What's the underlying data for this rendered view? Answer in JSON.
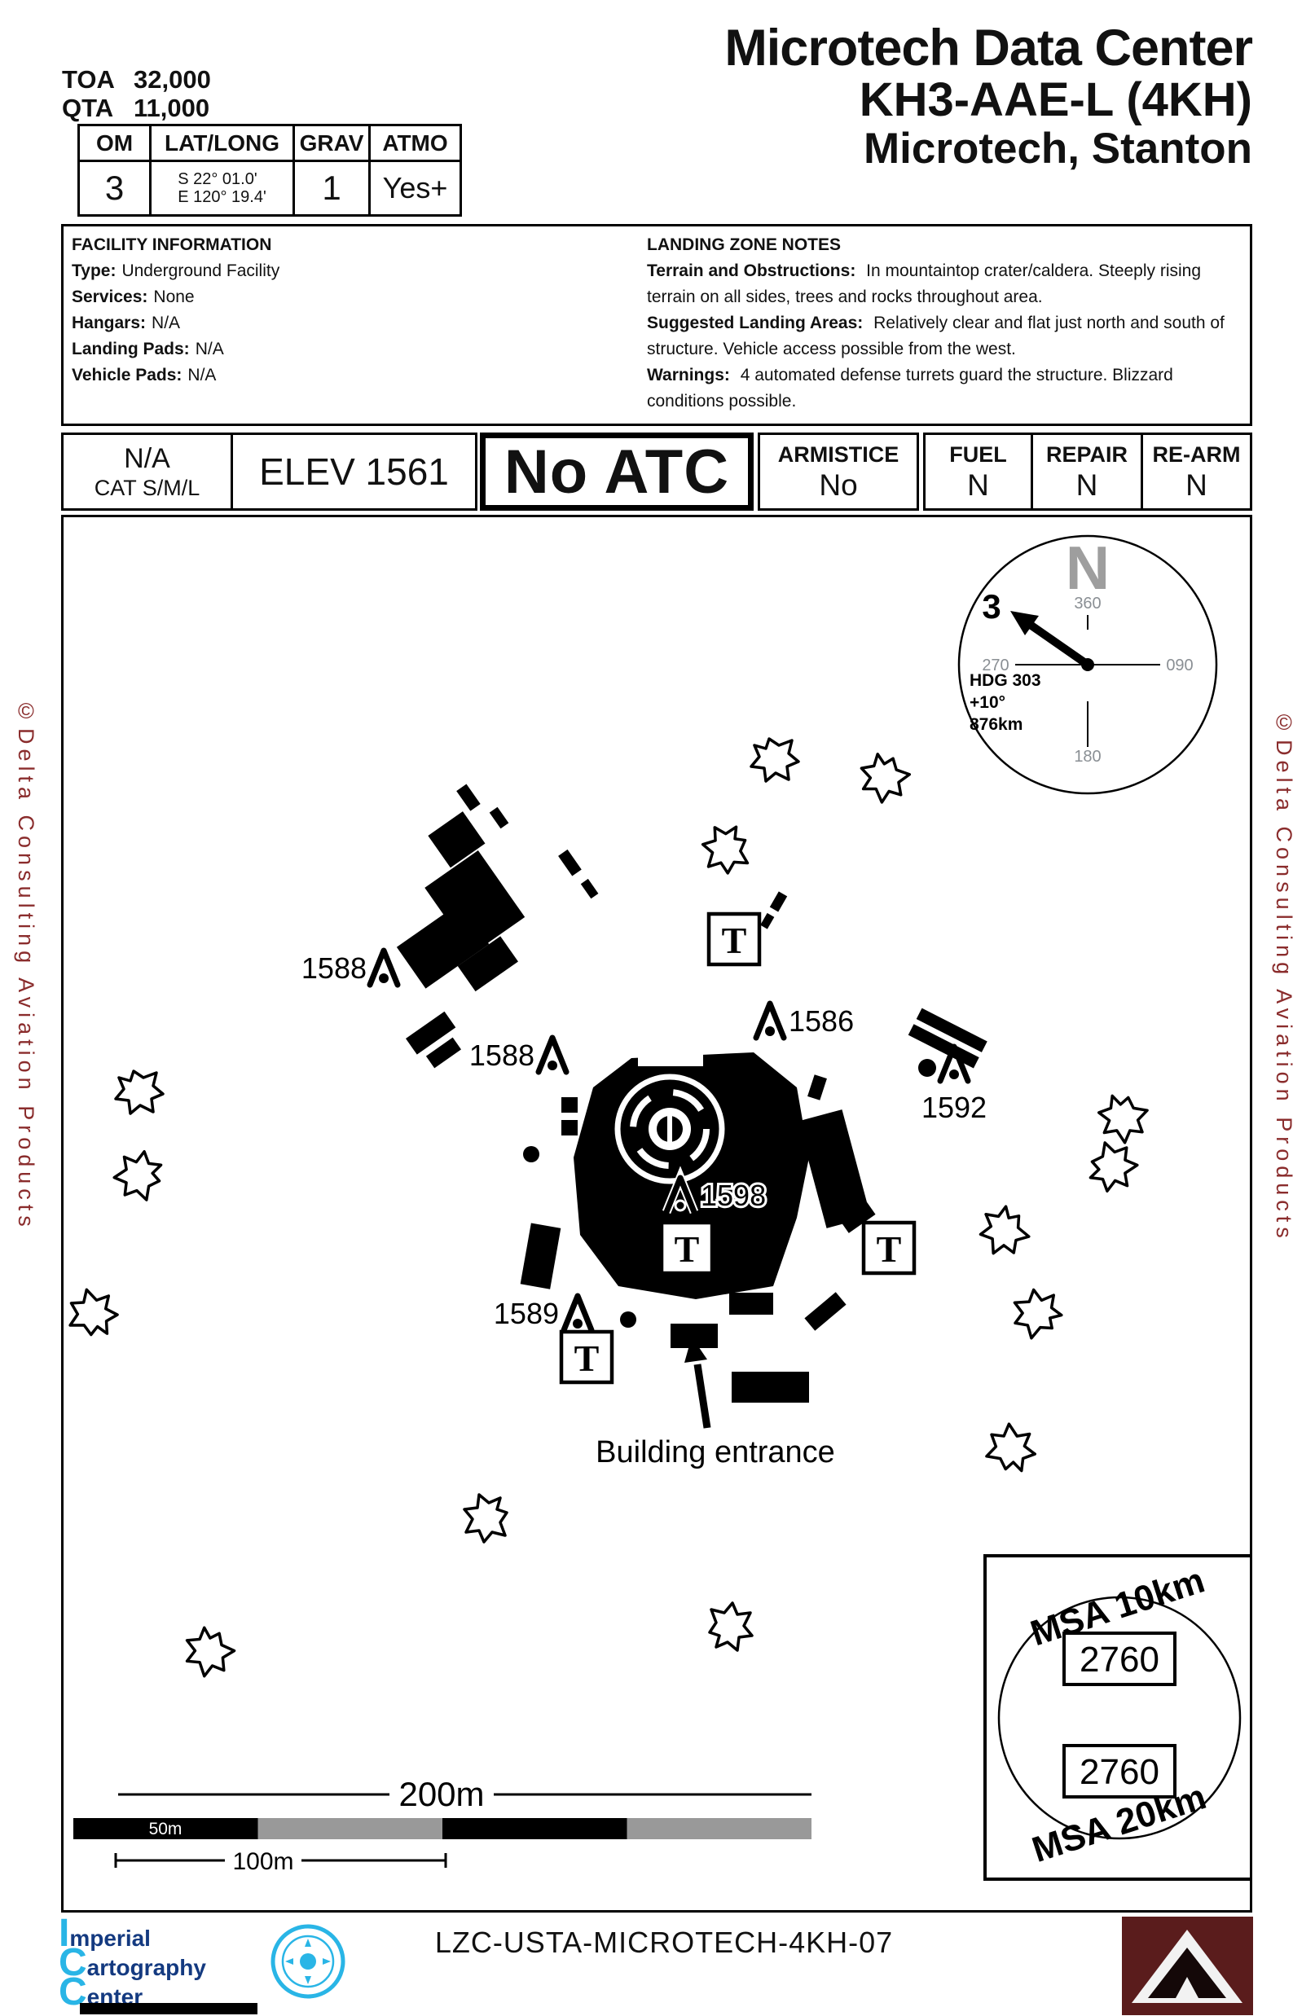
{
  "header": {
    "toa_label": "TOA",
    "toa_value": "32,000",
    "qta_label": "QTA",
    "qta_value": "11,000",
    "table": {
      "om_label": "OM",
      "om_value": "3",
      "latlong_label": "LAT/LONG",
      "lat_value": "S 22° 01.0'",
      "long_value": "E 120° 19.4'",
      "grav_label": "GRAV",
      "grav_value": "1",
      "atmo_label": "ATMO",
      "atmo_value": "Yes+"
    },
    "title": "Microtech Data Center",
    "designator": "KH3-AAE-L (4KH)",
    "location": "Microtech, Stanton"
  },
  "facility": {
    "heading": "FACILITY INFORMATION",
    "fields": [
      {
        "label": "Type:",
        "value": "Underground Facility"
      },
      {
        "label": "Services:",
        "value": "None"
      },
      {
        "label": "Hangars:",
        "value": "N/A"
      },
      {
        "label": "Landing Pads:",
        "value": "N/A"
      },
      {
        "label": "Vehicle Pads:",
        "value": "N/A"
      }
    ]
  },
  "lz_notes": {
    "heading": "LANDING ZONE NOTES",
    "notes": [
      {
        "label": "Terrain and Obstructions:",
        "text": "In mountaintop crater/caldera.  Steeply rising terrain on all sides, trees and rocks throughout area."
      },
      {
        "label": "Suggested Landing Areas:",
        "text": "Relatively clear and flat just north and south of structure.  Vehicle access possible from the west."
      },
      {
        "label": "Warnings:",
        "text": "4 automated defense turrets guard the structure.  Blizzard conditions possible."
      }
    ]
  },
  "status": {
    "cat_value": "N/A",
    "cat_label": "CAT S/M/L",
    "elev": "ELEV 1561",
    "atc": "No ATC",
    "armistice_label": "ARMISTICE",
    "armistice_value": "No",
    "fuel_label": "FUEL",
    "fuel_value": "N",
    "repair_label": "REPAIR",
    "repair_value": "N",
    "rearm_label": "RE-ARM",
    "rearm_value": "N"
  },
  "compass": {
    "north": "N",
    "tick_360": "360",
    "tick_090": "090",
    "tick_180": "180",
    "tick_270": "270",
    "bearing": "3",
    "hdg": "HDG 303",
    "slope": "+10°",
    "distance": "876km"
  },
  "map": {
    "elevations": [
      "1588",
      "1588",
      "1586",
      "1592",
      "1598",
      "1589"
    ],
    "turret": "T",
    "entrance": "Building entrance"
  },
  "msa": {
    "top": "MSA 10km",
    "bottom": "MSA 20km",
    "value_10": "2760",
    "value_20": "2760"
  },
  "scale": {
    "full": "200m",
    "half": "100m",
    "segment": "50m"
  },
  "copyright": "©Delta Consulting Aviation Products",
  "footer": {
    "publisher": [
      {
        "initial": "I",
        "rest": "mperial"
      },
      {
        "initial": "C",
        "rest": "artography"
      },
      {
        "initial": "C",
        "rest": "enter"
      }
    ],
    "chart_id": "LZC-USTA-MICROTECH-4KH-07"
  },
  "colors": {
    "accent_cyan": "#29b5e6",
    "publisher_navy": "#143a80",
    "copyright_maroon": "#8a2c2c",
    "logo_maroon": "#5a1c1c",
    "compass_gray": "#9e9e9e"
  }
}
